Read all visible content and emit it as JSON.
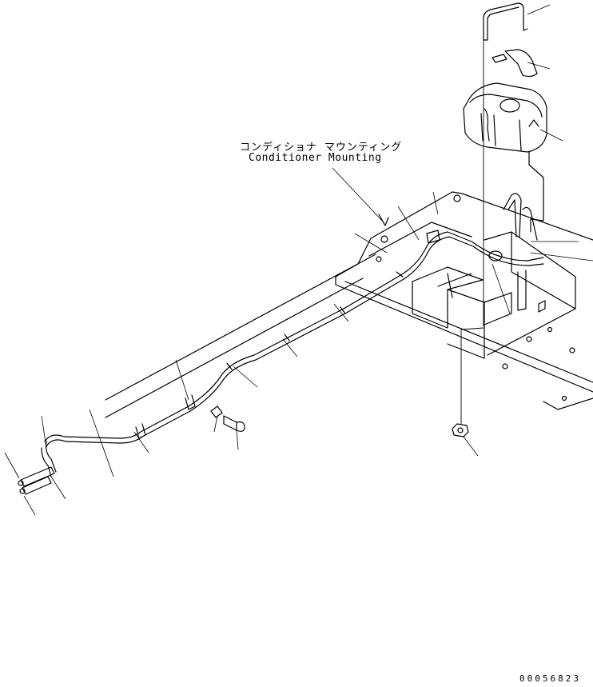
{
  "diagram": {
    "label_jp": "コンディショナ マウンティング",
    "label_en": "Conditioner Mounting",
    "drawing_code": "00056823"
  }
}
